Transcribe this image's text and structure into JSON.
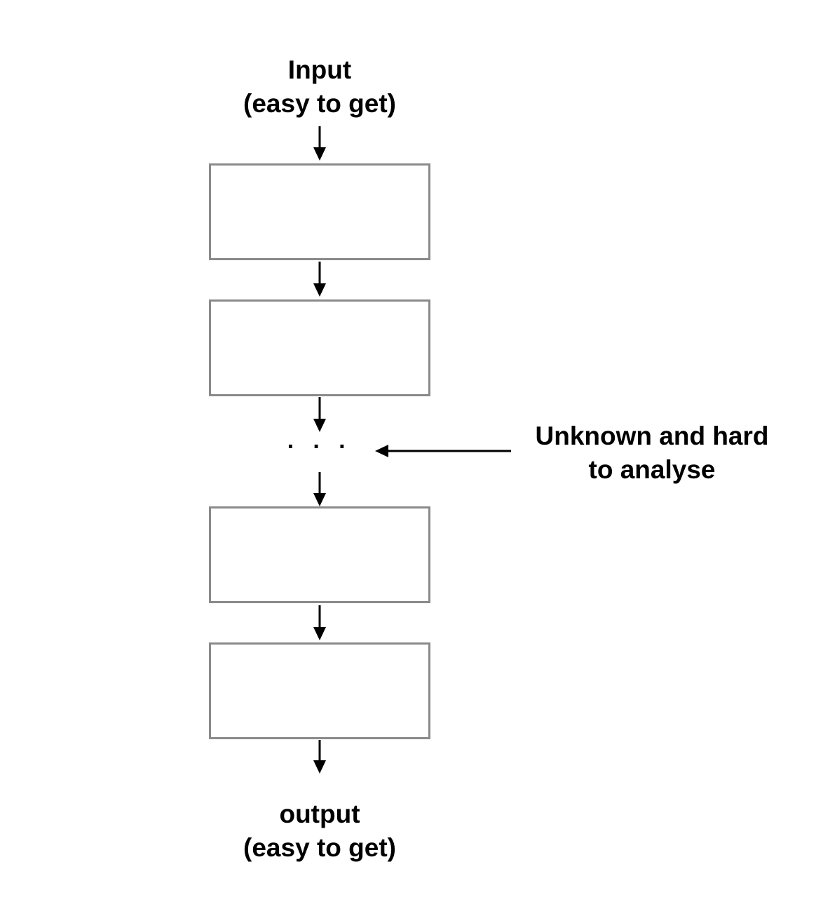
{
  "diagram": {
    "input": {
      "line1": "Input",
      "line2": "(easy to get)"
    },
    "output": {
      "line1": "output",
      "line2": "(easy to get)"
    },
    "hidden_note": {
      "line1": "Unknown and hard",
      "line2": "to analyse"
    },
    "ellipsis": "· · ·",
    "box_count": 4,
    "colors": {
      "box_border": "#8a8a8a",
      "arrow": "#000000",
      "text": "#000000",
      "background": "#ffffff"
    }
  }
}
